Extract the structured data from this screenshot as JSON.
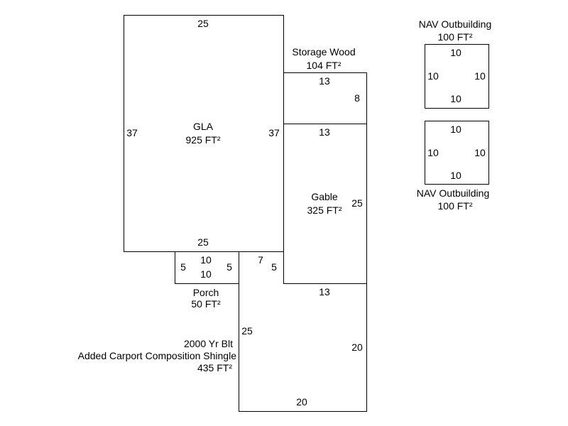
{
  "areas": {
    "gla": {
      "name": "GLA",
      "area": "925 FT²",
      "dims": {
        "top": "25",
        "left": "37",
        "right": "37",
        "bottom": "25"
      }
    },
    "storage": {
      "name": "Storage Wood",
      "area": "104 FT²",
      "dims": {
        "top": "13",
        "right": "8"
      }
    },
    "gable": {
      "name": "Gable",
      "area": "325 FT²",
      "dims": {
        "top": "13",
        "right": "25",
        "bottom": "13"
      }
    },
    "porch": {
      "name": "Porch",
      "area": "50 FT²",
      "dims": {
        "top": "10",
        "bottom": "10",
        "left": "5",
        "right": "5"
      }
    },
    "carport": {
      "line1": "2000 Yr Blt",
      "line2": "Added Carport Composition Shingle",
      "area": "435 FT²",
      "dims": {
        "notch_top": "7",
        "notch_side": "5",
        "left": "25",
        "right": "20",
        "bottom": "20"
      }
    },
    "outbuilding1": {
      "name": "NAV Outbuilding",
      "area": "100 FT²",
      "dims": {
        "top": "10",
        "left": "10",
        "right": "10",
        "bottom": "10"
      }
    },
    "outbuilding2": {
      "name": "NAV Outbuilding",
      "area": "100 FT²",
      "dims": {
        "top": "10",
        "left": "10",
        "right": "10",
        "bottom": "10"
      }
    }
  }
}
